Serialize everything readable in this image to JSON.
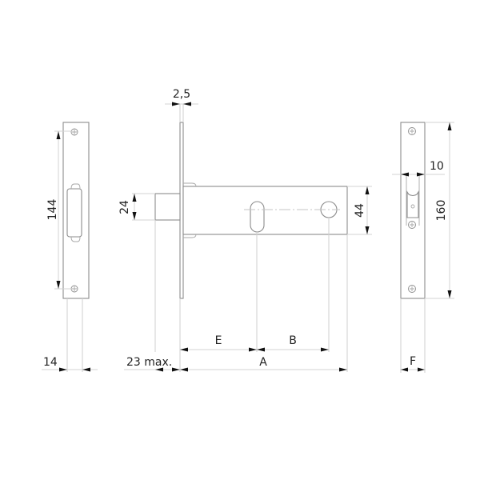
{
  "drawing": {
    "subject": "Mortise lock technical drawing",
    "views": [
      "strike-plate-front",
      "lock-side",
      "faceplate-front"
    ]
  },
  "dimensions": {
    "strike_height": "144",
    "strike_width": "14",
    "faceplate_thickness": "2,5",
    "bolt_height": "24",
    "case_height": "44",
    "bolt_projection": "23 max.",
    "backset_e": "E",
    "center_distance_b": "B",
    "case_length_a": "A",
    "faceplate_latch_width": "10",
    "faceplate_height": "160",
    "faceplate_width_f": "F"
  },
  "colors": {
    "outline": "#8c8c8c",
    "dimension_line": "#d3d3d3",
    "arrow": "#111111",
    "text": "#222222"
  }
}
